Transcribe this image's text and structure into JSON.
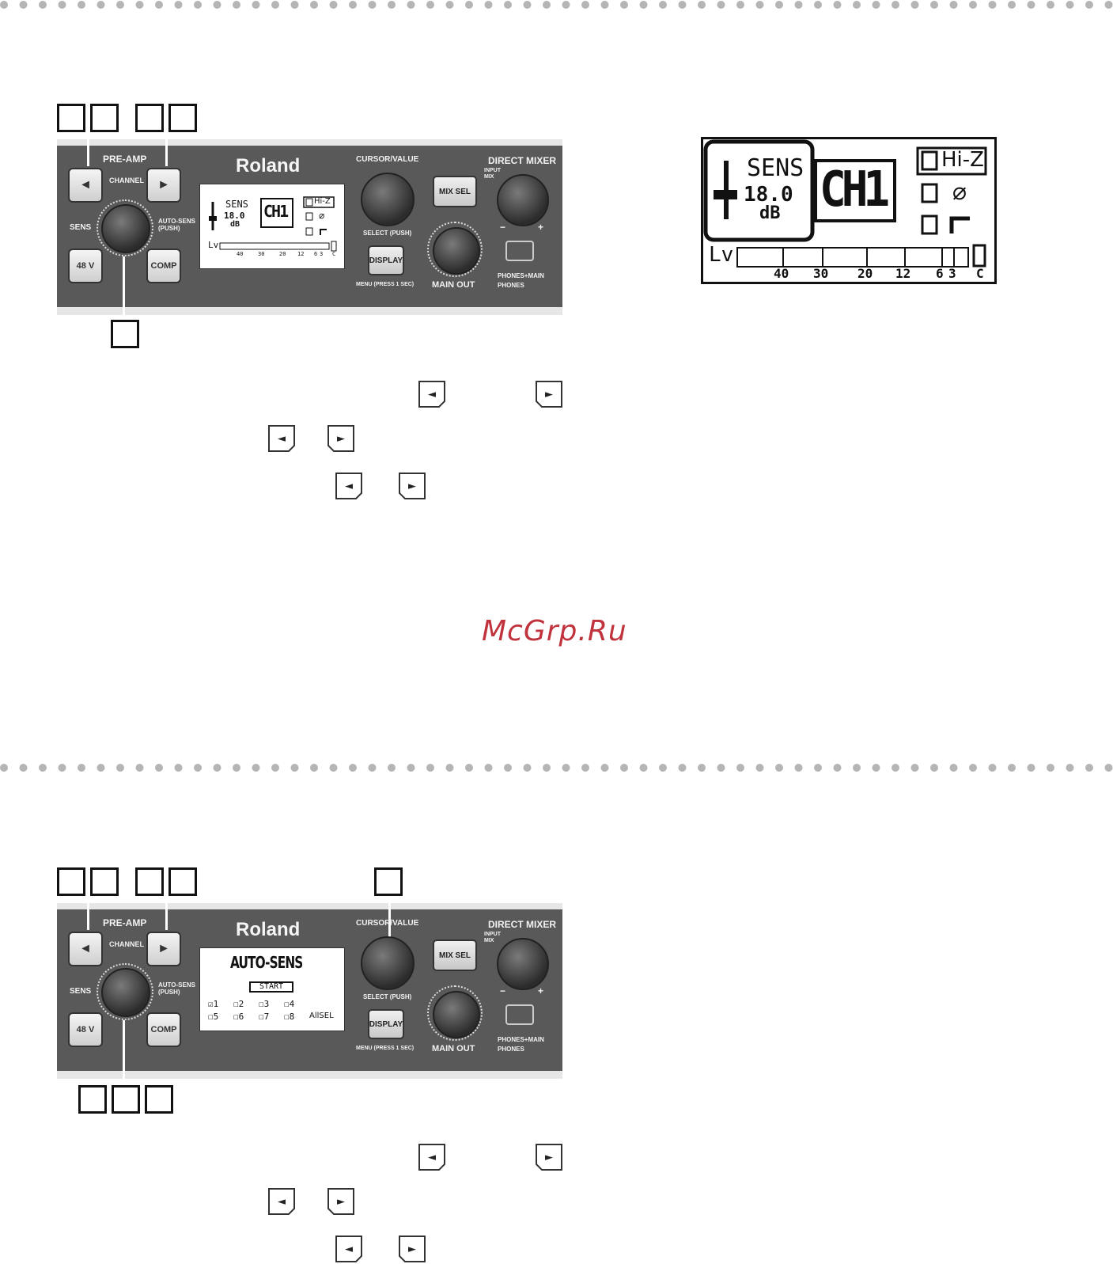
{
  "section1": {
    "panel": {
      "brand": "Roland",
      "preamp_label": "PRE-AMP",
      "channel_label": "CHANNEL",
      "sens_label": "SENS",
      "autosens_label": "AUTO-SENS\n(PUSH)",
      "btn_48v": "48 V",
      "btn_comp": "COMP",
      "cursor_label": "CURSOR/VALUE",
      "select_label": "SELECT (PUSH)",
      "display_btn": "DISPLAY",
      "menu_label": "MENU (PRESS 1 SEC)",
      "direct_mixer": "DIRECT MIXER",
      "input_mix": "INPUT\nMIX",
      "mix_sel": "MIX SEL",
      "main_out": "MAIN OUT",
      "phones_main": "PHONES+MAIN",
      "phones": "PHONES",
      "minus": "−",
      "plus": "+",
      "left_arrow": "◄",
      "right_arrow": "►"
    },
    "lcd": {
      "sens": "SENS",
      "value": "18.0",
      "unit": "dB",
      "channel": "CH1",
      "hiz": "Hi-Z",
      "phase_symbol": "⌀",
      "lv": "Lv",
      "scale": [
        "40",
        "30",
        "20",
        "12",
        "6",
        "3",
        "C"
      ]
    }
  },
  "section2": {
    "panel": {
      "brand": "Roland",
      "preamp_label": "PRE-AMP",
      "channel_label": "CHANNEL",
      "sens_label": "SENS",
      "autosens_label": "AUTO-SENS\n(PUSH)",
      "btn_48v": "48 V",
      "btn_comp": "COMP",
      "cursor_label": "CURSOR/VALUE",
      "select_label": "SELECT (PUSH)",
      "display_btn": "DISPLAY",
      "menu_label": "MENU (PRESS 1 SEC)",
      "direct_mixer": "DIRECT MIXER",
      "input_mix": "INPUT\nMIX",
      "mix_sel": "MIX SEL",
      "main_out": "MAIN OUT",
      "phones_main": "PHONES+MAIN",
      "phones": "PHONES",
      "minus": "−",
      "plus": "+",
      "left_arrow": "◄",
      "right_arrow": "►"
    },
    "lcd": {
      "title": "AUTO-SENS",
      "start": "START",
      "ch1": "1",
      "ch2": "2",
      "ch3": "3",
      "ch4": "4",
      "ch5": "5",
      "ch6": "6",
      "ch7": "7",
      "ch8": "8",
      "allsel": "AllSEL"
    }
  },
  "watermark": "McGrp.Ru",
  "glyphs": {
    "left": "◄",
    "right": "►"
  }
}
